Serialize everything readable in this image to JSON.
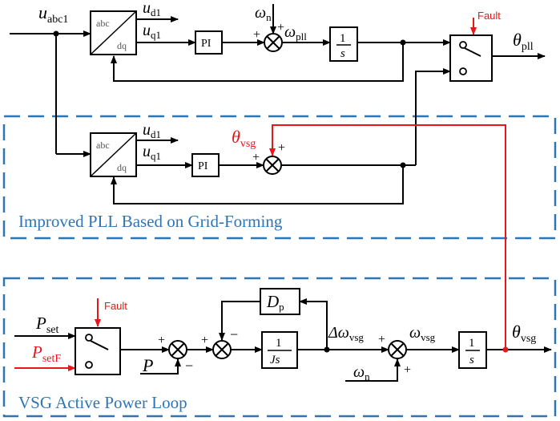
{
  "colors": {
    "signal": "#000000",
    "fault": "#E8161B",
    "region": "#2E75B6"
  },
  "labels": {
    "u_abc1": "u",
    "u_abc1_sub": "abc1",
    "ud1_top": "u",
    "ud1_top_sub": "d1",
    "uq1_top": "u",
    "uq1_top_sub": "q1",
    "ud1_mid": "u",
    "ud1_mid_sub": "d1",
    "uq1_mid": "u",
    "uq1_mid_sub": "q1",
    "omega_n_top": "ω",
    "omega_n_top_sub": "n",
    "omega_pll": "ω",
    "omega_pll_sub": "pll",
    "theta_pll": "θ",
    "theta_pll_sub": "pll",
    "theta_vsg_red": "θ",
    "theta_vsg_red_sub": "vsg",
    "theta_vsg_out": "θ",
    "theta_vsg_out_sub": "vsg",
    "p_set": "P",
    "p_set_sub": "set",
    "p_setf": "P",
    "p_setf_sub": "setF",
    "p": "P",
    "d_p": "D",
    "d_p_sub": "p",
    "delta_omega": "Δω",
    "delta_omega_sub": "vsg",
    "omega_n_bot": "ω",
    "omega_n_bot_sub": "n",
    "omega_vsg": "ω",
    "omega_vsg_sub": "vsg",
    "fault_top": "Fault",
    "fault_bot": "Fault",
    "plus": "+",
    "minus": "−"
  },
  "blocks": {
    "abc": "abc",
    "dq": "dq",
    "pi": "PI",
    "one": "1",
    "s": "s",
    "js": "Js"
  },
  "regions": {
    "pll_title": "Improved PLL Based on Grid-Forming",
    "vsg_title": "VSG Active Power Loop"
  }
}
